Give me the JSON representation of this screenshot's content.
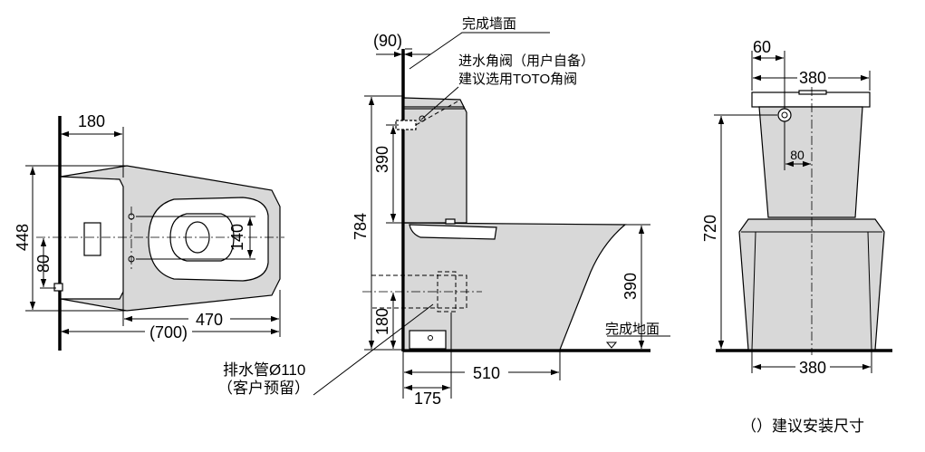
{
  "top_view": {
    "dim_180": "180",
    "dim_448": "448",
    "dim_80": "80",
    "dim_140": "140",
    "dim_470": "470",
    "dim_700": "(700)"
  },
  "side_view": {
    "dim_90": "(90)",
    "finished_wall": "完成墙面",
    "angle_valve_line1": "进水角阀（用户自备）",
    "angle_valve_line2": "建议选用TOTO角阀",
    "dim_784": "784",
    "dim_390_upper": "390",
    "dim_390_right": "390",
    "dim_180_side": "180",
    "finished_floor": "完成地面",
    "dim_510": "510",
    "dim_175": "175",
    "drain_line1": "排水管Ø110",
    "drain_line2": "（客户预留）"
  },
  "front_view": {
    "dim_60": "60",
    "dim_380_top": "380",
    "dim_80_front": "80",
    "dim_720": "720",
    "dim_380_bottom": "380"
  },
  "legend": {
    "note": "（）建议安装尺寸"
  }
}
